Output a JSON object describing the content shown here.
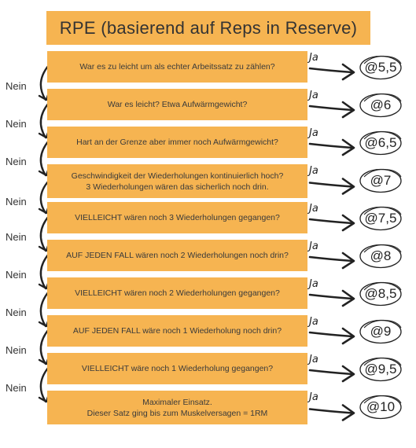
{
  "title": "RPE (basierend auf Reps in Reserve)",
  "yes_label": "Ja",
  "no_label": "Nein",
  "steps": [
    {
      "question": "War es zu leicht um als echter Arbeitssatz zu zählen?",
      "rpe": "@5,5"
    },
    {
      "question": "War es leicht? Etwa Aufwärmgewicht?",
      "rpe": "@6"
    },
    {
      "question": "Hart an der Grenze aber immer noch Aufwärmgewicht?",
      "rpe": "@6,5"
    },
    {
      "question": "Geschwindigkeit der Wiederholungen kontinuierlich hoch?\n3 Wiederholungen wären das sicherlich noch drin.",
      "rpe": "@7"
    },
    {
      "question": "VIELLEICHT wären noch 3 Wiederholungen gegangen?",
      "rpe": "@7,5"
    },
    {
      "question": "AUF JEDEN FALL wären noch 2 Wiederholungen noch drin?",
      "rpe": "@8"
    },
    {
      "question": "VIELLEICHT wären noch 2 Wiederholungen gegangen?",
      "rpe": "@8,5"
    },
    {
      "question": "AUF JEDEN FALL wäre noch 1 Wiederholung noch drin?",
      "rpe": "@9"
    },
    {
      "question": "VIELLEICHT wäre noch 1 Wiederholung gegangen?",
      "rpe": "@9,5"
    },
    {
      "question": "Maximaler Einsatz.\nDieser Satz ging bis zum Muskelversagen = 1RM",
      "rpe": "@10"
    }
  ],
  "colors": {
    "box": "#f6b451",
    "ink": "#222222"
  }
}
